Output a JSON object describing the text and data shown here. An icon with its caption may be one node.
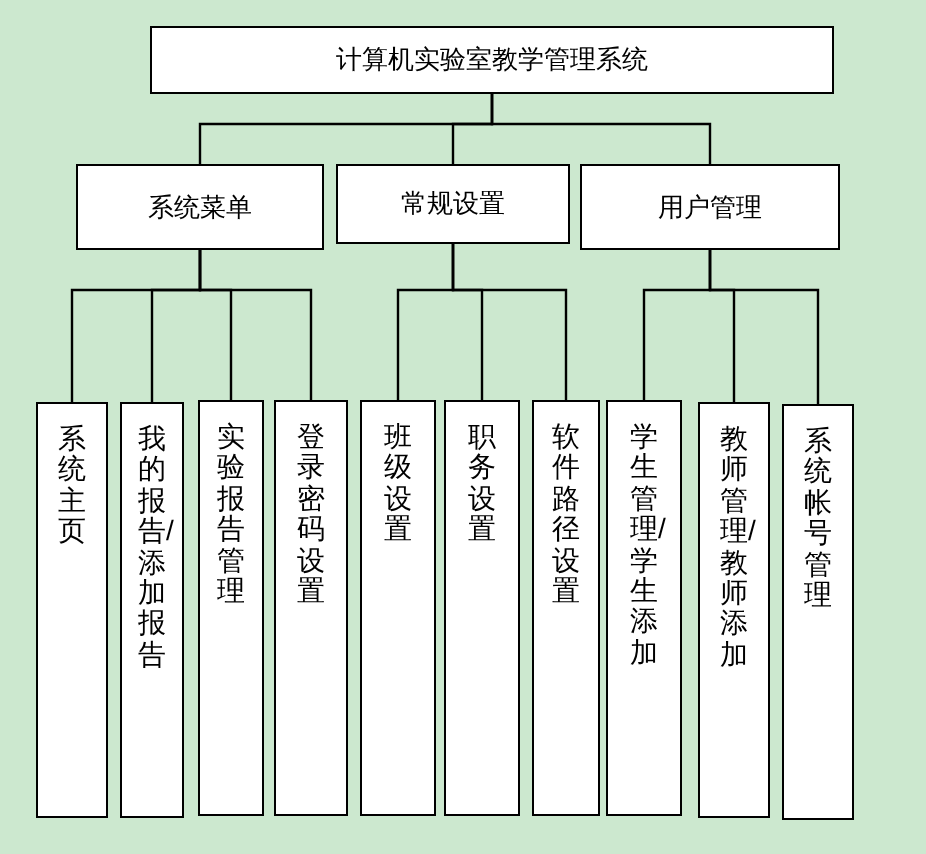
{
  "diagram": {
    "nodes": [
      {
        "text": [
          "计算机实验室教学管理系统"
        ]
      },
      {
        "text": [
          "系统菜单"
        ]
      },
      {
        "text": [
          "常规设置"
        ]
      },
      {
        "text": [
          "用户管理"
        ]
      },
      {
        "text": [
          "系统主页"
        ]
      },
      {
        "text": [
          "我的报告/添加报告"
        ]
      },
      {
        "text": [
          "实验报告管理"
        ]
      },
      {
        "text": [
          "登录密码设置"
        ]
      },
      {
        "text": [
          "班级设置"
        ]
      },
      {
        "text": [
          "职务设置"
        ]
      },
      {
        "text": [
          "软件路径设置"
        ]
      },
      {
        "text": [
          "学生管理/学生添加"
        ]
      },
      {
        "text": [
          "教师管理/教师添加"
        ]
      },
      {
        "text": [
          "系统帐号管理"
        ]
      }
    ],
    "edges": [
      {
        "from": 0,
        "to": 1,
        "arrow": "none"
      },
      {
        "from": 0,
        "to": 2,
        "arrow": "none"
      },
      {
        "from": 0,
        "to": 3,
        "arrow": "none"
      },
      {
        "from": 1,
        "to": 4,
        "arrow": "none"
      },
      {
        "from": 1,
        "to": 5,
        "arrow": "none"
      },
      {
        "from": 1,
        "to": 6,
        "arrow": "none"
      },
      {
        "from": 1,
        "to": 7,
        "arrow": "none"
      },
      {
        "from": 2,
        "to": 8,
        "arrow": "none"
      },
      {
        "from": 2,
        "to": 9,
        "arrow": "none"
      },
      {
        "from": 2,
        "to": 10,
        "arrow": "none"
      },
      {
        "from": 3,
        "to": 11,
        "arrow": "none"
      },
      {
        "from": 3,
        "to": 12,
        "arrow": "none"
      },
      {
        "from": 3,
        "to": 13,
        "arrow": "none"
      }
    ]
  }
}
